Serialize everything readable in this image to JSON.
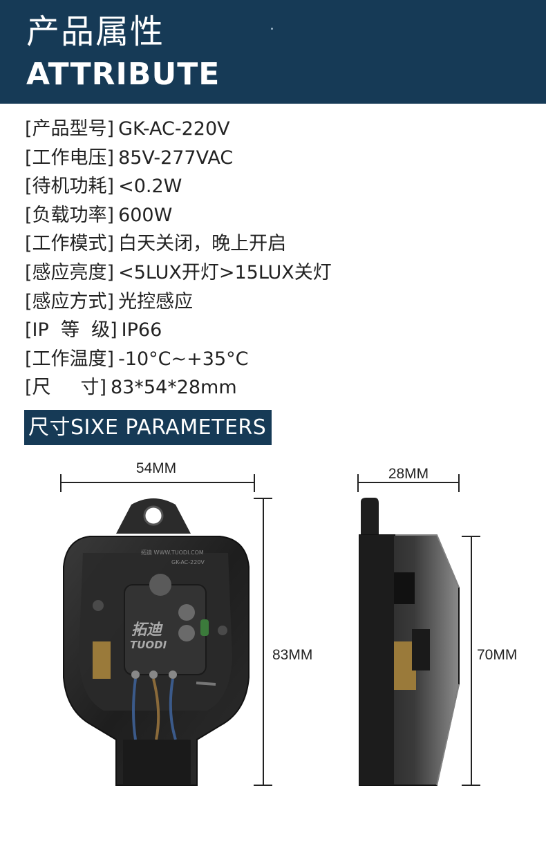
{
  "header": {
    "title_zh": "产品属性",
    "title_en": "ATTRIBUTE"
  },
  "specs": [
    {
      "label": "[产品型号]",
      "value": "GK-AC-220V"
    },
    {
      "label": "[工作电压]",
      "value": "85V-277VAC"
    },
    {
      "label": "[待机功耗]",
      "value": "<0.2W"
    },
    {
      "label": "[负载功率]",
      "value": "600W"
    },
    {
      "label": "[工作模式]",
      "value": "白天关闭，晚上开启"
    },
    {
      "label": "[感应亮度]",
      "value": "<5LUX开灯>15LUX关灯"
    },
    {
      "label": "[感应方式]",
      "value": "光控感应"
    },
    {
      "label": "[IP  等  级]",
      "value": "IP66"
    },
    {
      "label": "[工作温度]",
      "value": "-10°C~+35°C"
    },
    {
      "label": "[尺     寸]",
      "value": "83*54*28mm"
    }
  ],
  "section": {
    "title": "尺寸SIXE PARAMETERS"
  },
  "dimensions": {
    "front_width": "54MM",
    "front_height": "83MM",
    "side_width": "28MM",
    "side_height": "70MM"
  },
  "product": {
    "brand_cn": "拓迪",
    "brand_en": "TUODI",
    "website": "拓迪 WWW.TUODI.COM",
    "model": "GK-AC-220V"
  },
  "colors": {
    "header_bg": "#163a56",
    "text": "#222222"
  }
}
